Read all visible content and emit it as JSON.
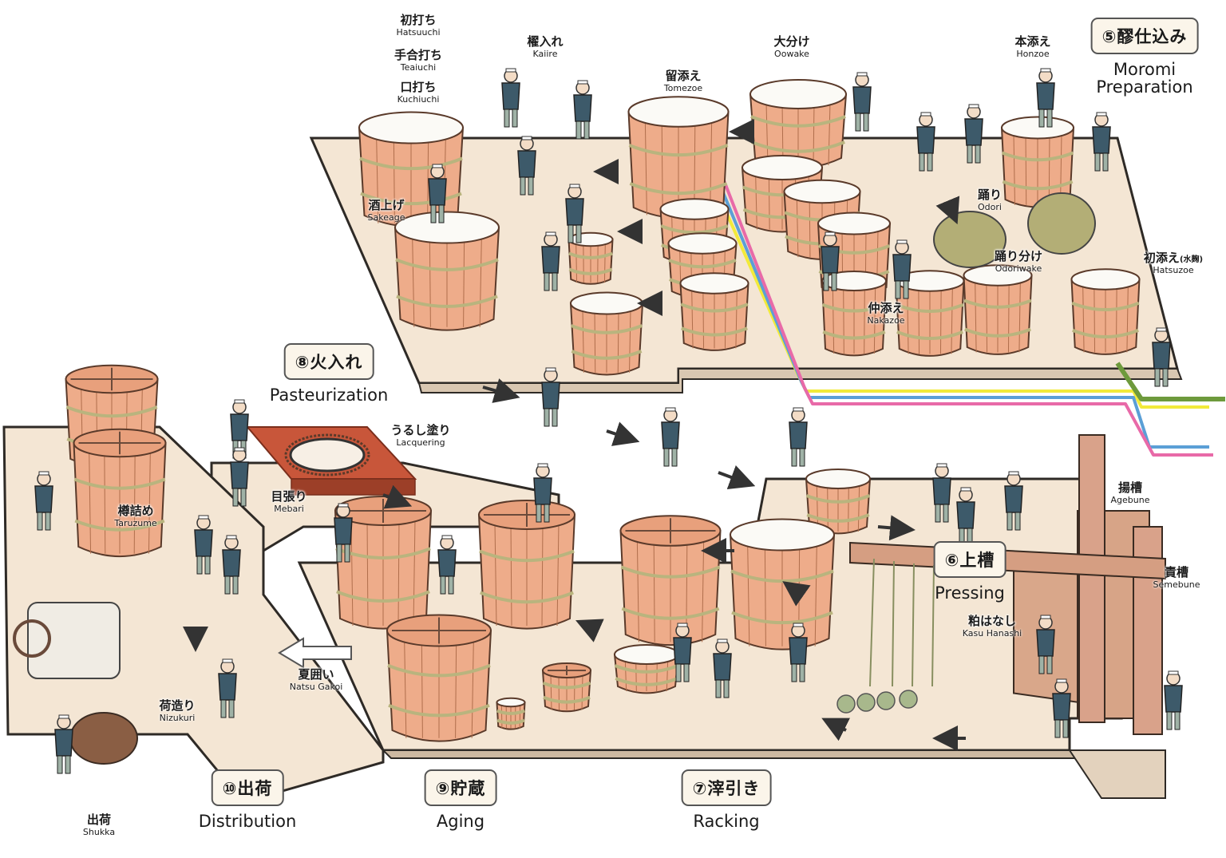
{
  "stages": {
    "moromi": {
      "label": "⑤醪仕込み",
      "en_line1": "Moromi",
      "en_line2": "Preparation"
    },
    "pressing": {
      "label": "⑥上槽",
      "en": "Pressing"
    },
    "racking": {
      "label": "⑦滓引き",
      "en": "Racking"
    },
    "pasteurization": {
      "label": "⑧火入れ",
      "en": "Pasteurization"
    },
    "aging": {
      "label": "⑨貯蔵",
      "en": "Aging"
    },
    "distribution": {
      "label": "⑩出荷",
      "en": "Distribution"
    }
  },
  "steps": {
    "hatsuuchi": {
      "jp": "初打ち",
      "ro": "Hatsuuchi"
    },
    "teaiuchi": {
      "jp": "手合打ち",
      "ro": "Teaiuchi"
    },
    "kuchiuchi": {
      "jp": "口打ち",
      "ro": "Kuchiuchi"
    },
    "kaiire": {
      "jp": "櫂入れ",
      "ro": "Kaiire"
    },
    "tomezoe": {
      "jp": "留添え",
      "ro": "Tomezoe"
    },
    "oowake": {
      "jp": "大分け",
      "ro": "Oowake"
    },
    "honzoe": {
      "jp": "本添え",
      "ro": "Honzoe"
    },
    "sakeage": {
      "jp": "酒上げ",
      "ro": "Sakeage"
    },
    "odori": {
      "jp": "踊り",
      "ro": "Odori"
    },
    "odoriwake": {
      "jp": "踊り分け",
      "ro": "Odoriwake"
    },
    "hatsuzoe": {
      "jp": "初添え",
      "jp_small": "(水麹)",
      "ro": "Hatsuzoe"
    },
    "nakazoe": {
      "jp": "仲添え",
      "ro": "Nakazoe"
    },
    "lacquering": {
      "jp": "うるし塗り",
      "ro": "Lacquering"
    },
    "mebari": {
      "jp": "目張り",
      "ro": "Mebari"
    },
    "taruzume": {
      "jp": "樽詰め",
      "ro": "Taruzume"
    },
    "agebune": {
      "jp": "揚槽",
      "ro": "Agebune"
    },
    "semebune": {
      "jp": "責槽",
      "ro": "Semebune"
    },
    "kasu_hanashi": {
      "jp": "粕はなし",
      "ro": "Kasu Hanashi"
    },
    "natsu_gakoi": {
      "jp": "夏囲い",
      "ro": "Natsu Gakoi"
    },
    "nizukuri": {
      "jp": "荷造り",
      "ro": "Nizukuri"
    },
    "shukka": {
      "jp": "出荷",
      "ro": "Shukka"
    }
  },
  "colors": {
    "floor": "#f4e6d4",
    "floor_edge": "#2e2a26",
    "tub_wood": "#eeac8a",
    "tub_rope": "#b9b47e",
    "pipe_yellow": "#f2ea3a",
    "pipe_pink": "#e86aa8",
    "pipe_blue": "#5b9fd6",
    "pipe_green": "#6e9a3c",
    "worker_coat": "#3d5a6a",
    "brick": "#c8563a"
  }
}
